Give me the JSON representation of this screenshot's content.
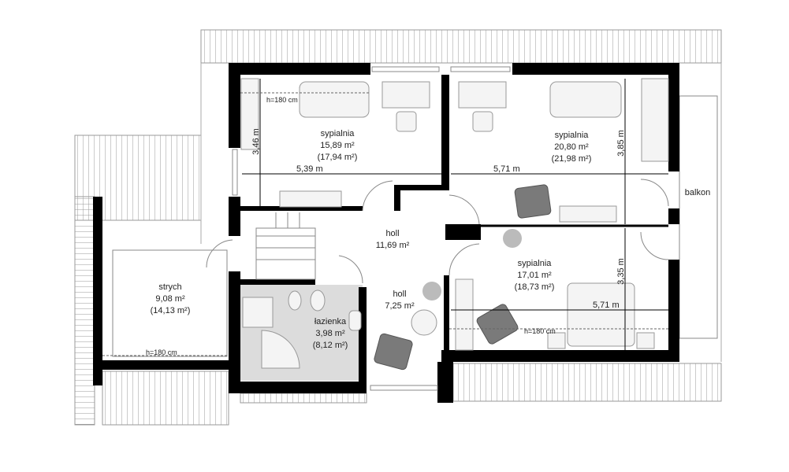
{
  "plan": {
    "rooms": [
      {
        "id": "bedroom-1",
        "name": "sypialnia",
        "area": "15,89 m²",
        "area_gross": "(17,94 m²)",
        "width": "5,39 m",
        "depth": "3,46 m",
        "height_note": "h=180 cm"
      },
      {
        "id": "bedroom-2",
        "name": "sypialnia",
        "area": "20,80 m²",
        "area_gross": "(21,98 m²)",
        "width": "5,71 m",
        "depth": "3,85 m"
      },
      {
        "id": "bedroom-3",
        "name": "sypialnia",
        "area": "17,01 m²",
        "area_gross": "(18,73 m²)",
        "width": "5,71 m",
        "depth": "3,35 m",
        "height_note": "h=180 cm"
      },
      {
        "id": "hall-1",
        "name": "holl",
        "area": "11,69 m²"
      },
      {
        "id": "hall-2",
        "name": "holl",
        "area": "7,25 m²"
      },
      {
        "id": "bathroom",
        "name": "łazienka",
        "area": "3,98 m²",
        "area_gross": "(8,12 m²)"
      },
      {
        "id": "attic",
        "name": "strych",
        "area": "9,08 m²",
        "area_gross": "(14,13 m²)",
        "height_note": "h=180 cm"
      },
      {
        "id": "balcony",
        "name": "balkon"
      }
    ],
    "colors": {
      "wall": "#000000",
      "bathroom_floor": "#dcdcdc",
      "furniture": "#f4f4f4",
      "armchair": "#7a7a7a"
    }
  }
}
